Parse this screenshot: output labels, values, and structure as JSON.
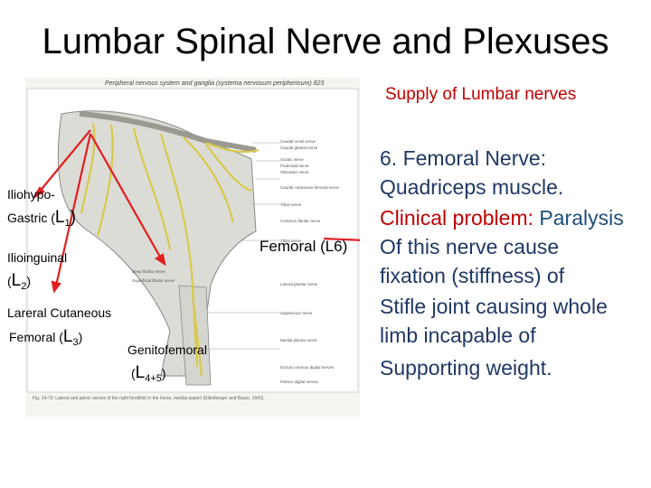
{
  "slide": {
    "title": "Lumbar Spinal Nerve and Plexuses",
    "supply_heading": "Supply of Lumbar nerves",
    "femoral_label": "Femoral (L6)"
  },
  "figure": {
    "header": "Peripheral nervous system and ganglia (systema nervosum periphericum) 823",
    "caption": "Fig. 14-73. Lateral and pelvic nerves of the right hindlimb in the horse, medial aspect (Ellenberger and Baum, 1943).",
    "right_labels": [
      "Caudal rectal nerve",
      "Caudal gluteal nerve",
      "Sciatic nerve",
      "Pudendal nerve",
      "Obturator nerve",
      "Caudal cutaneous femoral nerve",
      "Tibial nerve",
      "Common fibular nerve",
      "Tibial nerve",
      "Lateral plantar nerve",
      "Saphenous nerve",
      "Medial plantar nerve",
      "Dorsal common digital nerves",
      "Palmar digital nerves"
    ],
    "left_labels": [
      "Deep fibular nerve",
      "Superficial fibular nerve"
    ]
  },
  "nerve_labels": {
    "iliohypo": "Iliohypo-",
    "gastric": "Gastric (",
    "l1": "L",
    "l1_sub": "1",
    "ilioinguinal": "Ilioinguinal",
    "l2_open": "(",
    "l2": "L",
    "l2_sub": "2",
    "lateral": "Lareral Cutaneous",
    "femoral3": "Femoral (",
    "l3": "L",
    "l3_sub": "3",
    "genitofemoral": "Genitofemoral",
    "l45_open": "(",
    "l45": "L",
    "l45_sub": "4+5",
    "close": ")"
  },
  "paragraph": {
    "line1": "6. Femoral Nerve:",
    "line2": "Quadriceps muscle.",
    "line3a": "Clinical problem: ",
    "line3b": "Paralysis",
    "line4": "Of this nerve cause",
    "line5": " fixation (stiffness) of",
    "line6": "Stifle joint causing whole",
    "line7": " limb incapable of",
    "line8": "Supporting weight."
  },
  "colors": {
    "heading_red": "#c00000",
    "text_dark": "#1f3864",
    "arrow_red": "#e02020",
    "nerve_yellow": "#e6d86a"
  }
}
